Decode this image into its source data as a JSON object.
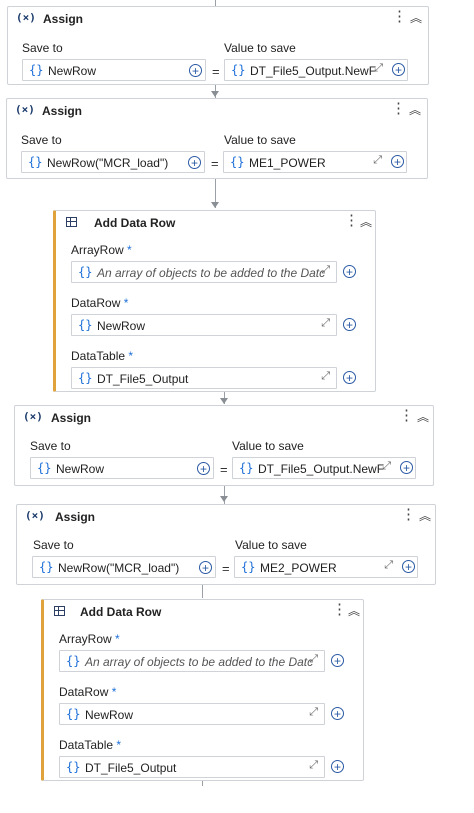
{
  "assign1": {
    "icon": "(×)",
    "title": "Assign",
    "save_to_label": "Save to",
    "value_label": "Value to save",
    "save_to": "NewRow",
    "value": "DT_File5_Output.NewF",
    "braces": "{}",
    "eq": "="
  },
  "assign2": {
    "icon": "(×)",
    "title": "Assign",
    "save_to_label": "Save to",
    "value_label": "Value to save",
    "save_to": "NewRow(\"MCR_load\")",
    "value": "ME1_POWER",
    "braces": "{}",
    "eq": "="
  },
  "adr1": {
    "title": "Add Data Row",
    "array_row_label": "ArrayRow",
    "array_row_placeholder": "An array of objects to be added to the Datc",
    "data_row_label": "DataRow",
    "data_row_value": "NewRow",
    "data_table_label": "DataTable",
    "data_table_value": "DT_File5_Output",
    "req": "*",
    "braces": "{}"
  },
  "assign3": {
    "icon": "(×)",
    "title": "Assign",
    "save_to_label": "Save to",
    "value_label": "Value to save",
    "save_to": "NewRow",
    "value": "DT_File5_Output.NewF",
    "braces": "{}",
    "eq": "="
  },
  "assign4": {
    "icon": "(×)",
    "title": "Assign",
    "save_to_label": "Save to",
    "value_label": "Value to save",
    "save_to": "NewRow(\"MCR_load\")",
    "value": "ME2_POWER",
    "braces": "{}",
    "eq": "="
  },
  "adr2": {
    "title": "Add Data Row",
    "array_row_label": "ArrayRow",
    "array_row_placeholder": "An array of objects to be added to the Datc",
    "data_row_label": "DataRow",
    "data_row_value": "NewRow",
    "data_table_label": "DataTable",
    "data_table_value": "DT_File5_Output",
    "req": "*",
    "braces": "{}"
  },
  "glyphs": {
    "kebab": "⋮",
    "collapse": "︽",
    "expand": "⤢",
    "plus": "+"
  }
}
